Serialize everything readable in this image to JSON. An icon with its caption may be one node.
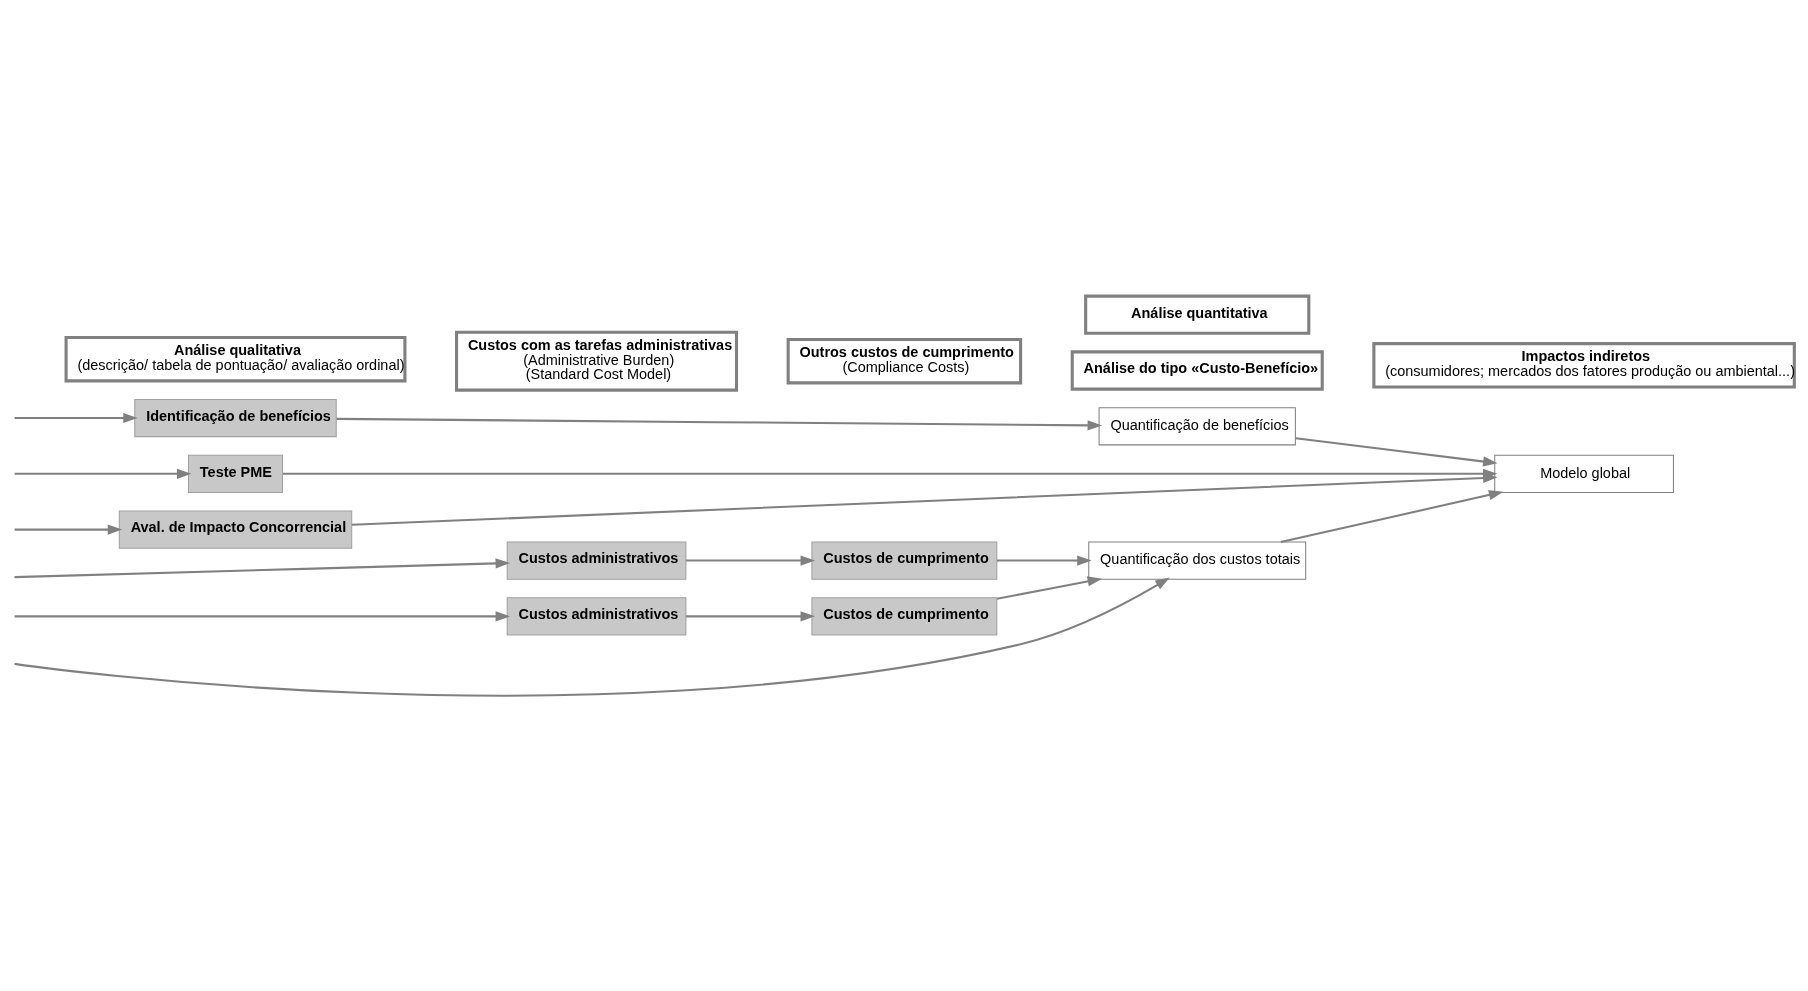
{
  "diagram": {
    "nodes": [
      {
        "text": [
          "Análise qualitativa",
          "(descrição/ tabela de pontuação/ avaliação ordinal)"
        ]
      },
      {
        "text": [
          "Análise quantitativa"
        ]
      },
      {
        "text": [
          "Custos com as tarefas administrativas",
          "(Administrative Burden)",
          "(Standard Cost Model)"
        ]
      },
      {
        "text": [
          "Outros custos de cumprimento",
          "(Compliance Costs)"
        ]
      },
      {
        "text": [
          "Análise do tipo «Custo-Benefício»"
        ]
      },
      {
        "text": [
          "Impactos indiretos",
          "(consumidores; mercados dos fatores produção ou ambiental...)"
        ]
      },
      {
        "text": [
          "Identificação de benefícios"
        ]
      },
      {
        "text": [
          "Custos administrativos"
        ]
      },
      {
        "text": [
          "Custos de cumprimento"
        ]
      },
      {
        "text": [
          "Custos administrativos"
        ]
      },
      {
        "text": [
          "Custos de cumprimento"
        ]
      },
      {
        "text": [
          "Teste PME"
        ]
      },
      {
        "text": [
          "Aval. de Impacto Concorrencial"
        ]
      },
      {
        "text": [
          "Quantificação de benefícios"
        ]
      },
      {
        "text": [
          "Quantificação dos custos totais"
        ]
      },
      {
        "text": [
          "Modelo global"
        ]
      }
    ],
    "edges": [
      {
        "from": null,
        "to": 6,
        "arrow": "to"
      },
      {
        "from": 6,
        "to": 13,
        "arrow": "to"
      },
      {
        "from": null,
        "to": 7,
        "arrow": "to"
      },
      {
        "from": 7,
        "to": 8,
        "arrow": "to"
      },
      {
        "from": 8,
        "to": 14,
        "arrow": "to"
      },
      {
        "from": null,
        "to": 9,
        "arrow": "to"
      },
      {
        "from": 9,
        "to": 10,
        "arrow": "to"
      },
      {
        "from": 10,
        "to": 14,
        "arrow": "to"
      },
      {
        "from": null,
        "to": 14,
        "arrow": "to"
      },
      {
        "from": 13,
        "to": 15,
        "arrow": "to"
      },
      {
        "from": 14,
        "to": 15,
        "arrow": "to"
      },
      {
        "from": null,
        "to": 11,
        "arrow": "to"
      },
      {
        "from": 11,
        "to": 15,
        "arrow": "to"
      },
      {
        "from": null,
        "to": 12,
        "arrow": "to"
      },
      {
        "from": 12,
        "to": 15,
        "arrow": "to"
      }
    ]
  }
}
